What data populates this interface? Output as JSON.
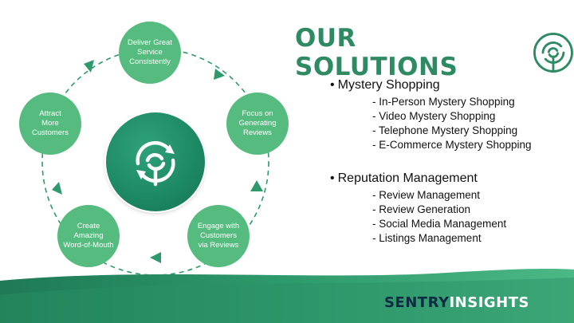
{
  "title": "OUR SOLUTIONS",
  "cycle": {
    "center_icon": "sentry-logo-icon",
    "nodes": [
      {
        "lines": [
          "Deliver Great",
          "Service",
          "Consistently"
        ]
      },
      {
        "lines": [
          "Focus on",
          "Generating",
          "Reviews"
        ]
      },
      {
        "lines": [
          "Engage with",
          "Customers",
          "via Reviews"
        ]
      },
      {
        "lines": [
          "Create",
          "Amazing",
          "Word-of-Mouth"
        ]
      },
      {
        "lines": [
          "Attract",
          "More",
          "Customers"
        ]
      }
    ]
  },
  "solutions": [
    {
      "bullet": "•",
      "title": "Mystery Shopping",
      "items": [
        "In-Person Mystery Shopping",
        "Video Mystery Shopping",
        "Telephone Mystery Shopping",
        "E-Commerce Mystery Shopping"
      ]
    },
    {
      "bullet": "•",
      "title": "Reputation Management",
      "items": [
        "Review Management",
        "Review Generation",
        "Social Media Management",
        "Listings Management"
      ]
    }
  ],
  "brand": {
    "part1": "SENTRY",
    "part2": "INSIGHTS"
  },
  "colors": {
    "node": "#56bb7e",
    "title": "#2e8a63",
    "center": "#1e8a66",
    "arrow": "#2e9a6c",
    "brand_dark": "#0f2a44"
  }
}
